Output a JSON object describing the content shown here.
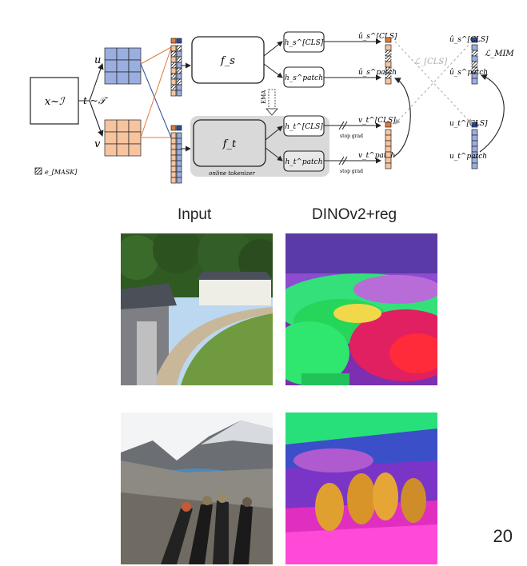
{
  "diagram": {
    "input_label": "x~ℐ",
    "aug_label": "t ~𝒯",
    "view_u": "u",
    "view_v": "v",
    "student_encoder": "f_s",
    "teacher_encoder": "f_t",
    "online_tokenizer": "online tokenizer",
    "ema": "EMA",
    "head_s_cls": "h_s^[CLS]",
    "head_s_patch": "h_s^patch",
    "head_t_cls": "h_t^[CLS]",
    "head_t_patch": "h_t^patch",
    "out_s_cls": "û_s^[CLS]",
    "out_s_patch": "û_s^patch",
    "out_t_cls": "v_t^[CLS]",
    "out_t_patch": "v_t^patch",
    "right_s_cls": "û_s^[CLS]",
    "right_s_patch": "û_s^patch",
    "right_t_cls": "u_t^[CLS]",
    "right_t_patch": "u_t^patch",
    "stop_grad": "stop grad",
    "loss_cls": "ℒ_[CLS]",
    "loss_mim": "ℒ_MIM",
    "mask_legend": "e_[MASK]",
    "colors": {
      "blue": "#9aaee0",
      "orange": "#f7c4a0",
      "navy": "#2f4a9e",
      "orange_dark": "#e07a3a",
      "box_gray": "#d9d9d9"
    }
  },
  "labels": {
    "input": "Input",
    "dino": "DINOv2+reg"
  },
  "page_number": "20"
}
